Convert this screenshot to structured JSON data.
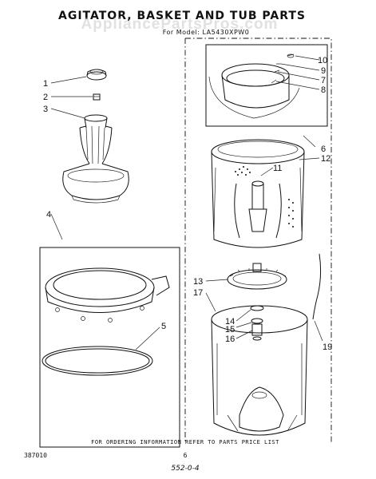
{
  "header": {
    "title": "AGITATOR, BASKET AND TUB PARTS",
    "model_line": "For Model: LA5430XPW0",
    "watermark": "AppliancePartsPros.com"
  },
  "callouts": [
    "1",
    "2",
    "3",
    "4",
    "5",
    "6",
    "7",
    "8",
    "9",
    "10",
    "11",
    "12",
    "13",
    "14",
    "15",
    "16",
    "17",
    "19"
  ],
  "footer": {
    "note": "FOR ORDERING INFORMATION REFER TO PARTS PRICE LIST",
    "page_number": "6",
    "doc_code": "387010",
    "handwritten": "552-0-4"
  }
}
